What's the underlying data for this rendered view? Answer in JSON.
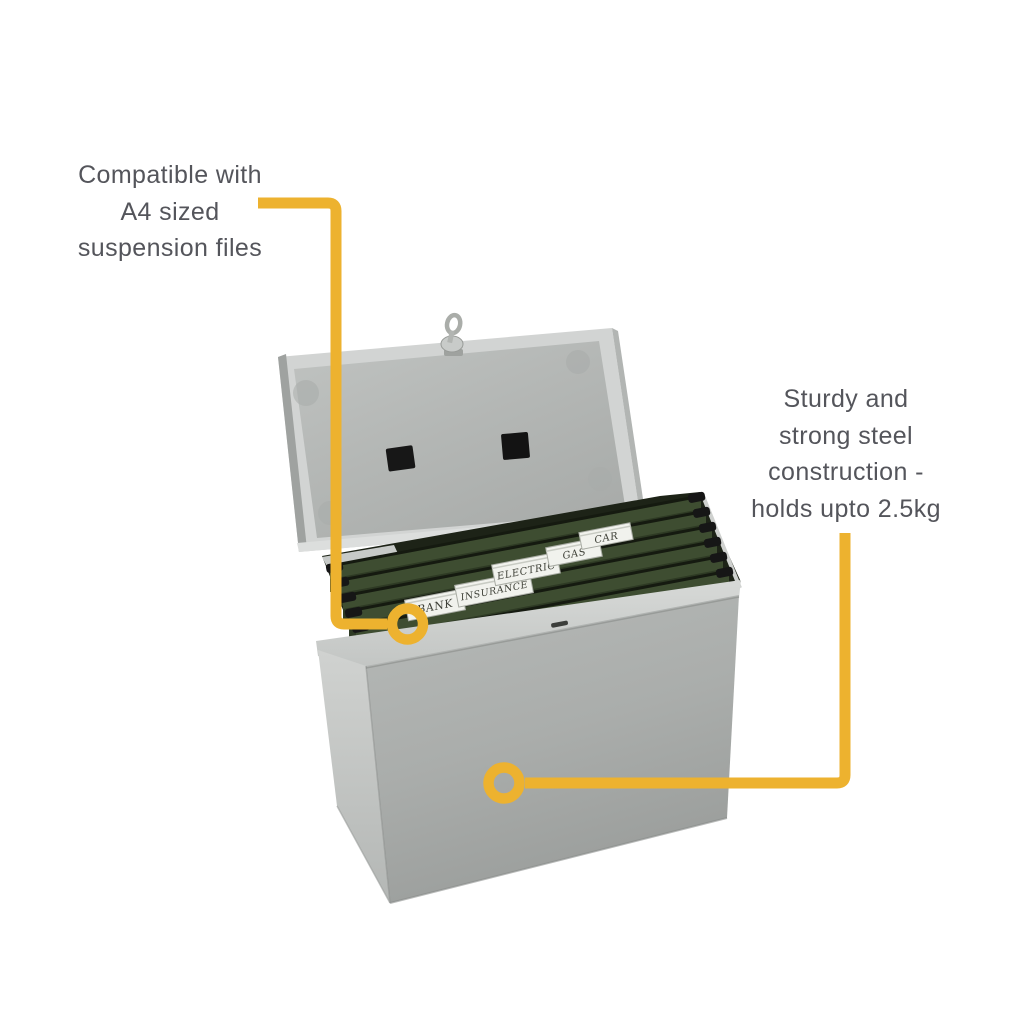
{
  "colors": {
    "accent": "#EDB22F",
    "annotation_text": "#54555B",
    "file_green": "#3E4D31",
    "box_grey": "#ADB0AE"
  },
  "annotations": {
    "left": {
      "lines": [
        "Compatible with",
        "A4 sized",
        "suspension files"
      ]
    },
    "right": {
      "lines": [
        "Sturdy and",
        "strong steel",
        "construction -",
        "holds upto 2.5kg"
      ]
    }
  },
  "product": {
    "illustration": "metal-file-box-with-suspension-files",
    "file_tabs": [
      "BANK",
      "INSURANCE",
      "ELECTRIC",
      "GAS",
      "CAR"
    ]
  }
}
